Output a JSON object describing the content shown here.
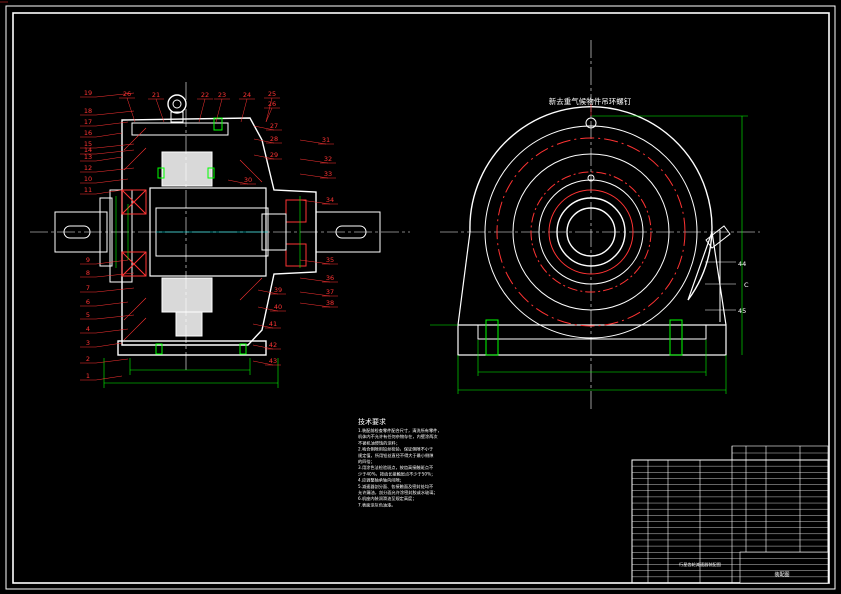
{
  "section_balloons_left": [
    "19",
    "18",
    "17",
    "16",
    "15",
    "14",
    "13",
    "12",
    "10",
    "11",
    "9",
    "8",
    "7",
    "6",
    "5",
    "4",
    "3",
    "2",
    "1"
  ],
  "section_balloons_top": [
    "26",
    "21",
    "22",
    "23",
    "24",
    "25",
    "26"
  ],
  "section_balloons_right": [
    "27",
    "28",
    "29",
    "30",
    "31",
    "32",
    "33",
    "34",
    "35",
    "36",
    "37",
    "38",
    "39",
    "40",
    "41",
    "42",
    "43"
  ],
  "end_view_title": "新去重气候物件吊环螺钉",
  "end_view_callouts": [
    "44",
    "C",
    "45"
  ],
  "notes_title": "技术要求",
  "notes_lines": [
    "1.装配前检查零件配合尺寸，清洗所有零件，",
    "  机体内不允许有任何杂物存在，内壁涂两次",
    "  不被机油侵蚀的涂料；",
    "2.啮合侧隙用铅丝检验，保证侧隙不小于",
    "  规定值，所用铅丝直径不得大于最小侧隙",
    "  的四倍；",
    "3.用涂色法检验斑点，按齿高接触斑点不",
    "  少于40%，按齿长接触斑点不少于50%；",
    "4.应调整轴承轴向间隙；",
    "5.减速器剖分面、各接触面及密封处均不",
    "  允许漏油，剖分面允许涂密封胶或水玻璃；",
    "6.机座内装润滑油至规定高度；",
    "7.表面涂灰色油漆。"
  ],
  "title_block_caption": "行星齿轮减速器装配图",
  "title_block_drawing_no": "装配图"
}
